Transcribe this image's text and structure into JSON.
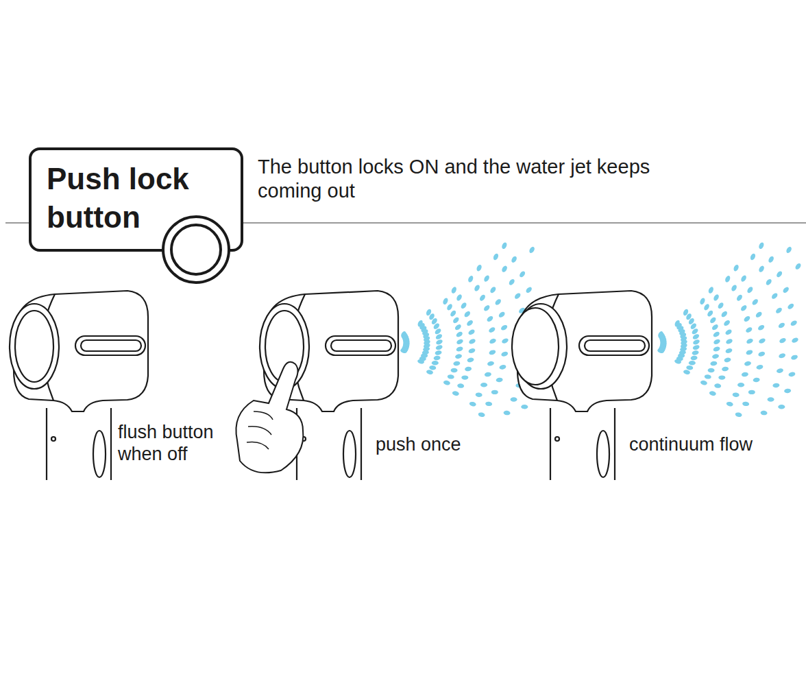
{
  "diagram": {
    "nodes": [
      {
        "text": [
          "Push lock button"
        ]
      }
    ],
    "labels": [
      "The button locks ON and the water jet keeps coming out",
      "flush button when off",
      "push once",
      "continuum flow"
    ]
  }
}
